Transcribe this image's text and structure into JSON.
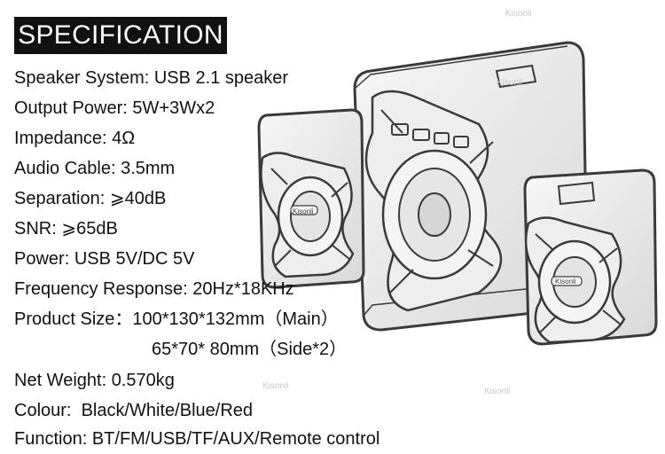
{
  "title": "SPECIFICATION",
  "specs": [
    {
      "label": "Speaker System: ",
      "value": "USB 2.1 speaker"
    },
    {
      "label": "Output Power: ",
      "value": "5W+3Wx2"
    },
    {
      "label": "Impedance: ",
      "value": "4Ω"
    },
    {
      "label": "Audio Cable: ",
      "value": "3.5mm"
    },
    {
      "label": "Separation: ",
      "value": "⩾40dB"
    },
    {
      "label": "SNR: ",
      "value": "⩾65dB"
    },
    {
      "label": "Power: ",
      "value": "USB 5V/DC 5V"
    },
    {
      "label": "Frequency Response: ",
      "value": "20Hz*18KHz"
    },
    {
      "label": "Product Size：",
      "value": "100*130*132mm（Main）"
    },
    {
      "label": "Net Weight: ",
      "value": "0.570kg"
    },
    {
      "label": "Colour:  ",
      "value": "Black/White/Blue/Red"
    },
    {
      "label": "Function: ",
      "value": "BT/FM/USB/TF/AUX/Remote control"
    }
  ],
  "product_size_line2": "65*70* 80mm（Side*2）",
  "brand_badge": "Kisonli",
  "watermark": "Kisonli"
}
